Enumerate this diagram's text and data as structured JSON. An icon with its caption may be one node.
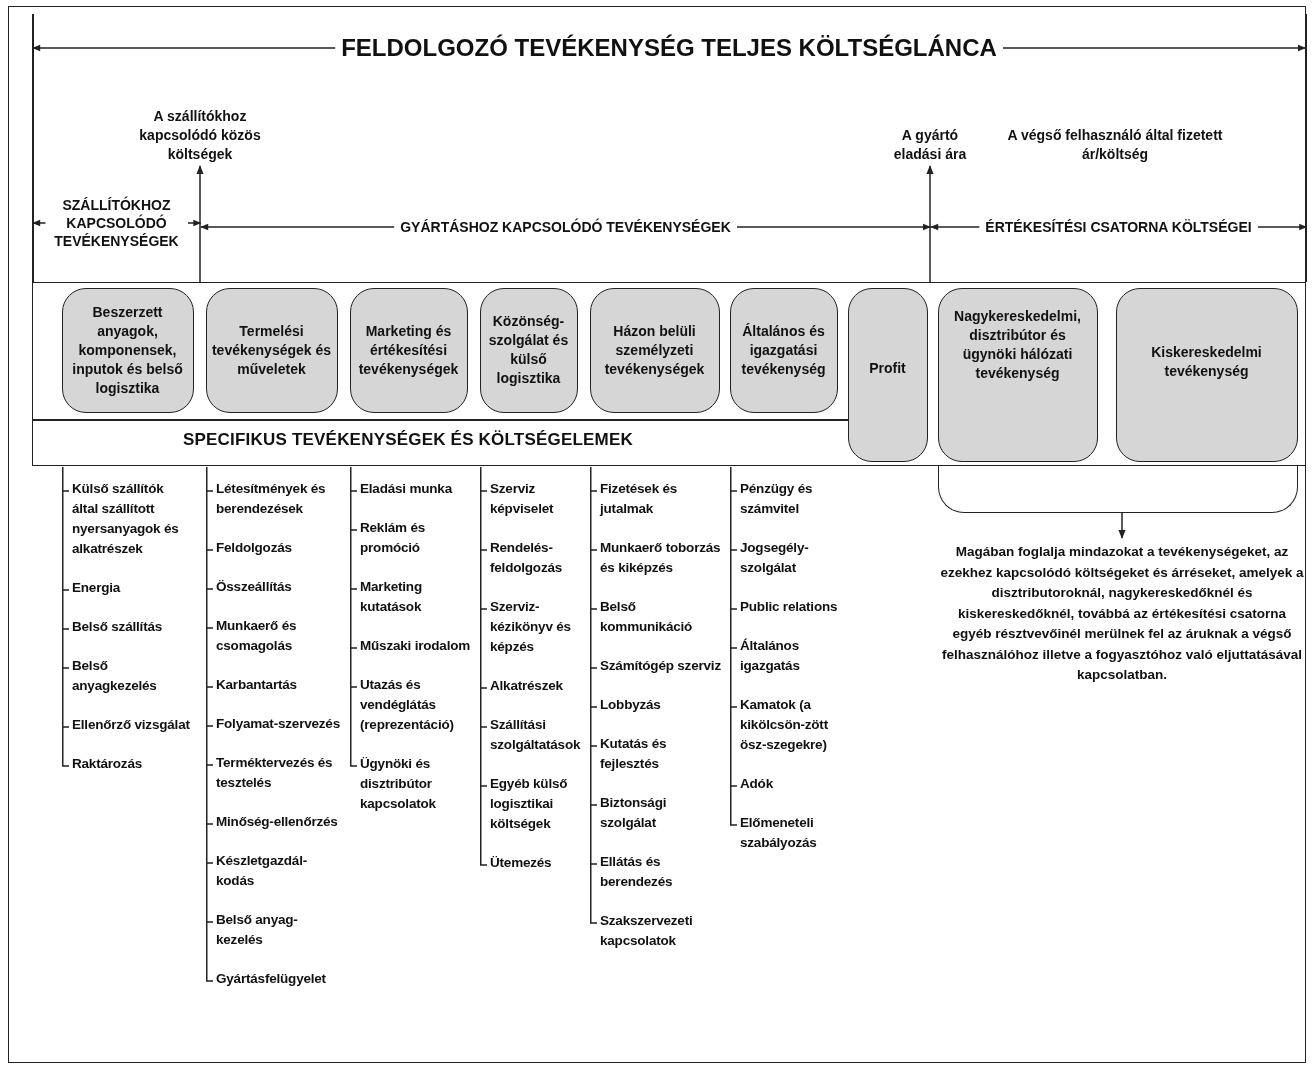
{
  "diagram": {
    "title": "FELDOLGOZÓ TEVÉKENYSÉG TELJES KÖLTSÉGLÁNCA",
    "nodes": [
      {
        "text": [
          "A szállítókhoz kapcsolódó közös költségek"
        ]
      },
      {
        "text": [
          "A gyártó eladási ára"
        ]
      },
      {
        "text": [
          "SPECIFIKUS TEVÉKENYSÉGEK ÉS KÖLTSÉGELEMEK"
        ]
      },
      {
        "text": [
          "Beszerzett anyagok, komponensek, inputok és belső logisztika"
        ],
        "in": 2,
        "beside": [
          "Külső szállítók által szállított nyersanyagok és alkatrészek",
          "Energia",
          "Belső szállítás",
          "Belső anyagkezelés",
          "Ellenőrző vizsgálat",
          "Raktározás"
        ]
      },
      {
        "text": [
          "Termelési tevékenységek és műveletek"
        ],
        "in": 2,
        "beside": [
          "Létesítmények és berendezések",
          "Feldolgozás",
          "Összeállítás",
          "Munkaerő és csomagolás",
          "Karbantartás",
          "Folyamat-szervezés",
          "Terméktervezés és tesztelés",
          "Minőség-ellenőrzés",
          "Készletgazdál-kodás",
          "Belső anyag-kezelés",
          "Gyártásfelügyelet"
        ]
      },
      {
        "text": [
          "Marketing és értékesítési tevékenységek"
        ],
        "in": 2,
        "beside": [
          "Eladási munka",
          "Reklám és promóció",
          "Marketing kutatások",
          "Műszaki irodalom",
          "Utazás és vendéglátás (reprezentáció)",
          "Ügynöki és disztribútor kapcsolatok"
        ]
      },
      {
        "text": [
          "Közönség-szolgálat és külső logisztika"
        ],
        "in": 2,
        "beside": [
          "Szerviz képviselet",
          "Rendelés-feldolgozás",
          "Szerviz-kézikönyv és képzés",
          "Alkatrészek",
          "Szállítási szolgáltatások",
          "Egyéb külső logisztikai költségek",
          "Ütemezés"
        ]
      },
      {
        "text": [
          "Házon belüli személyzeti tevékenységek"
        ],
        "in": 2,
        "beside": [
          "Fizetések és jutalmak",
          "Munkaerő toborzás és kiképzés",
          "Belső kommunikáció",
          "Számítógép szerviz",
          "Lobbyzás",
          "Kutatás és fejlesztés",
          "Biztonsági szolgálat",
          "Ellátás és berendezés",
          "Szakszervezeti kapcsolatok"
        ]
      },
      {
        "text": [
          "Általános és igazgatási tevékenység"
        ],
        "in": 2,
        "beside": [
          "Pénzügy és számvitel",
          "Jogsegély-szolgálat",
          "Public relations",
          "Általános igazgatás",
          "Kamatok (a kikölcsön-zött ösz-szegekre)",
          "Adók",
          "Előmeneteli szabályozás"
        ]
      },
      {
        "text": [
          "Profit"
        ],
        "in": 2
      },
      {
        "text": [
          "Nagykereskedelmi, disztribútor és ügynöki hálózati tevékenység"
        ],
        "in": 2
      },
      {
        "text": [
          "Kiskereskedelmi tevékenység"
        ],
        "in": 2
      },
      {
        "text": [],
        "shape": "bracket"
      },
      {
        "text": [
          "Magában foglalja mindazokat a tevékenységeket, az ezekhez kapcsolódó költségeket és árréseket, amelyek a disztributoroknál, nagykereskedőknél és kiskereskedőknél, továbbá az értékesítési csatorna egyéb résztvevőinél merülnek fel az áruknak a végső felhasználóhoz illetve a fogyasztóhoz való eljuttatásával kapcsolatban."
        ]
      }
    ],
    "edges": [
      {
        "from": 2,
        "to": 0,
        "arrow": "to"
      },
      {
        "from": 2,
        "to": 1,
        "arrow": "to"
      },
      {
        "from": 12,
        "to": 13,
        "arrow": "to"
      }
    ],
    "labels": [
      "A végső felhasználó által fizetett ár/költség",
      "SZÁLLÍTÓKHOZ KAPCSOLÓDÓ TEVÉKENYSÉGEK",
      "GYÁRTÁSHOZ KAPCSOLÓDÓ TEVÉKENYSÉGEK",
      "ÉRTÉKESÍTÉSI CSATORNA KÖLTSÉGEI"
    ]
  }
}
